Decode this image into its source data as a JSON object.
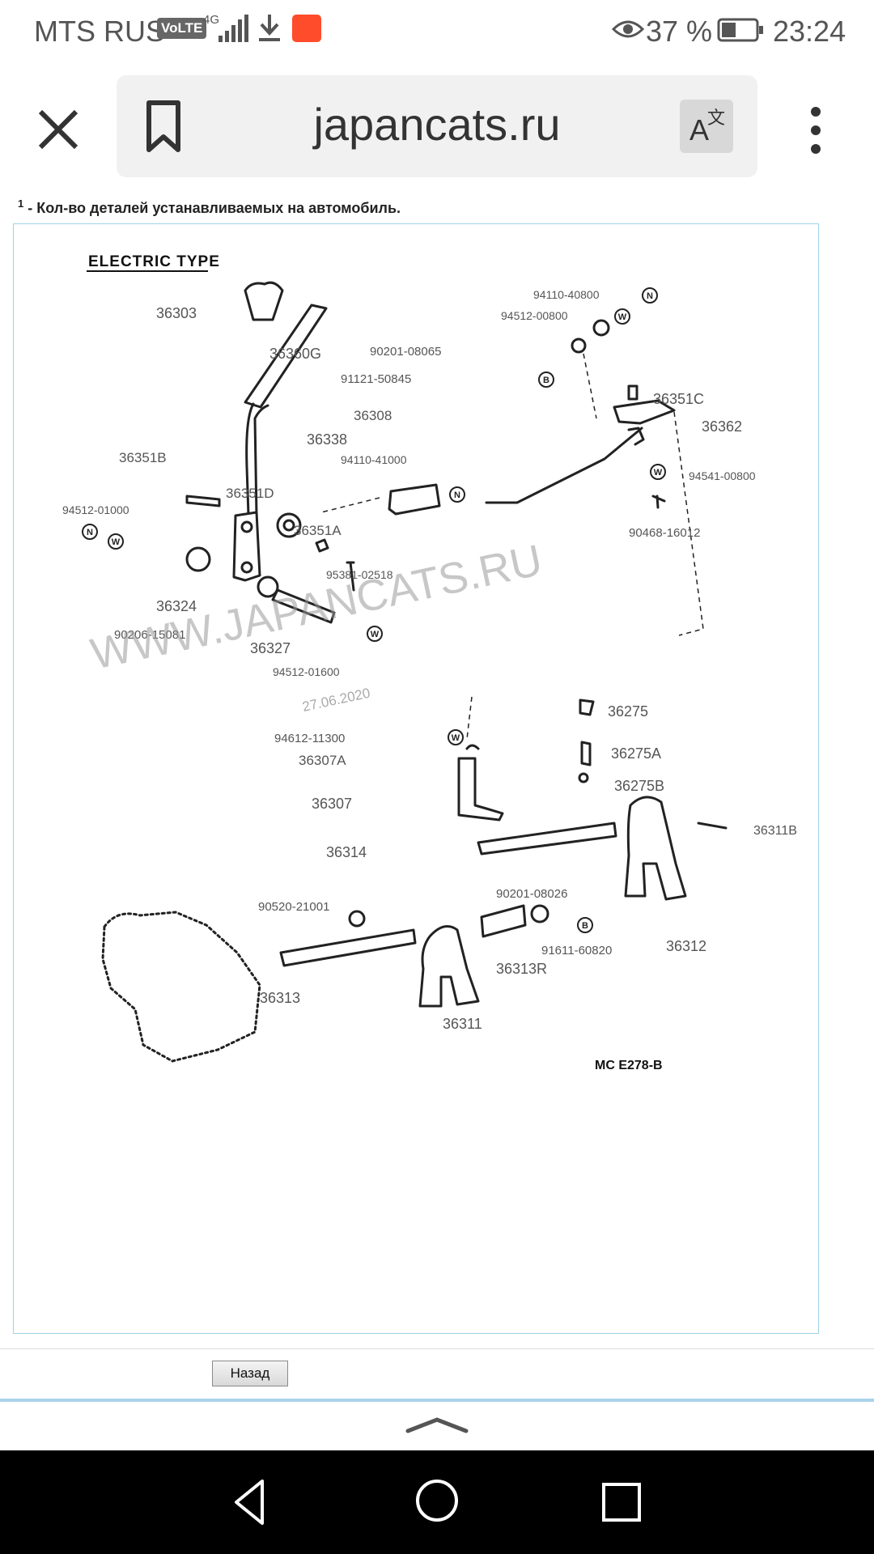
{
  "status_bar": {
    "carrier": "MTS RUS",
    "volte": "VoLTE",
    "network": "4G",
    "battery_percent": "37 %",
    "time": "23:24"
  },
  "browser": {
    "url": "japancats.ru"
  },
  "page": {
    "footnote_mark": "1",
    "footnote_text": " - Кол-во деталей устанавливаемых на автомобиль.",
    "diagram": {
      "title": "ELECTRIC TYPE",
      "code": "MC  E278-B",
      "watermark": "WWW.JAPANCATS.RU",
      "date_stamp": "27.06.2020",
      "parts": [
        "36303",
        "36360G",
        "36351B",
        "36351D",
        "36351A",
        "36338",
        "36308",
        "94110-41000",
        "94512-01000",
        "36324",
        "90206-15081",
        "36327",
        "94512-01600",
        "95381-02518",
        "94110-40800",
        "94512-00800",
        "90201-08065",
        "91121-50845",
        "36351C",
        "36362",
        "94541-00800",
        "90468-16012",
        "94612-11300",
        "36307A",
        "36307",
        "36314",
        "36275",
        "36275A",
        "36275B",
        "36311B",
        "36312",
        "90520-21001",
        "90201-08026",
        "91611-60820",
        "36313R",
        "36313",
        "36311"
      ],
      "symbols": [
        "N",
        "W",
        "B"
      ]
    },
    "back_button": "Назад"
  }
}
